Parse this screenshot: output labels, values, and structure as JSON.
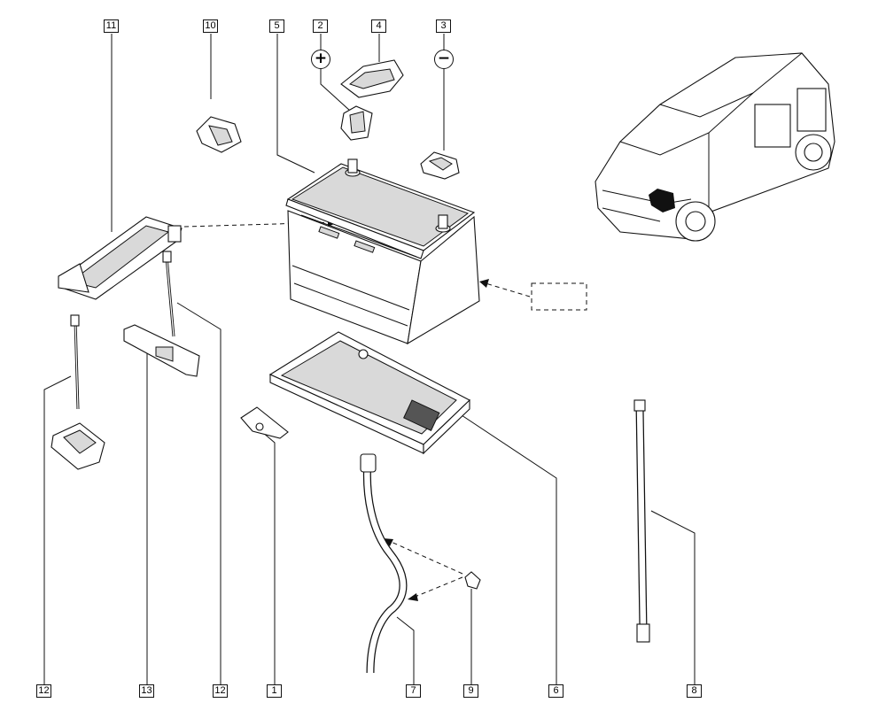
{
  "callouts": [
    {
      "id": "c11",
      "name": "callout-11",
      "label": "11"
    },
    {
      "id": "c10",
      "name": "callout-10",
      "label": "10"
    },
    {
      "id": "c5",
      "name": "callout-5",
      "label": "5"
    },
    {
      "id": "c2",
      "name": "callout-2",
      "label": "2"
    },
    {
      "id": "c4",
      "name": "callout-4",
      "label": "4"
    },
    {
      "id": "c3",
      "name": "callout-3",
      "label": "3"
    },
    {
      "id": "c12a",
      "name": "callout-12-left",
      "label": "12"
    },
    {
      "id": "c13",
      "name": "callout-13",
      "label": "13"
    },
    {
      "id": "c12b",
      "name": "callout-12-right",
      "label": "12"
    },
    {
      "id": "c1",
      "name": "callout-1",
      "label": "1"
    },
    {
      "id": "c7",
      "name": "callout-7",
      "label": "7"
    },
    {
      "id": "c9",
      "name": "callout-9",
      "label": "9"
    },
    {
      "id": "c6",
      "name": "callout-6",
      "label": "6"
    },
    {
      "id": "c8",
      "name": "callout-8",
      "label": "8"
    }
  ],
  "terminal_symbols": {
    "positive": "+",
    "negative": "−"
  }
}
